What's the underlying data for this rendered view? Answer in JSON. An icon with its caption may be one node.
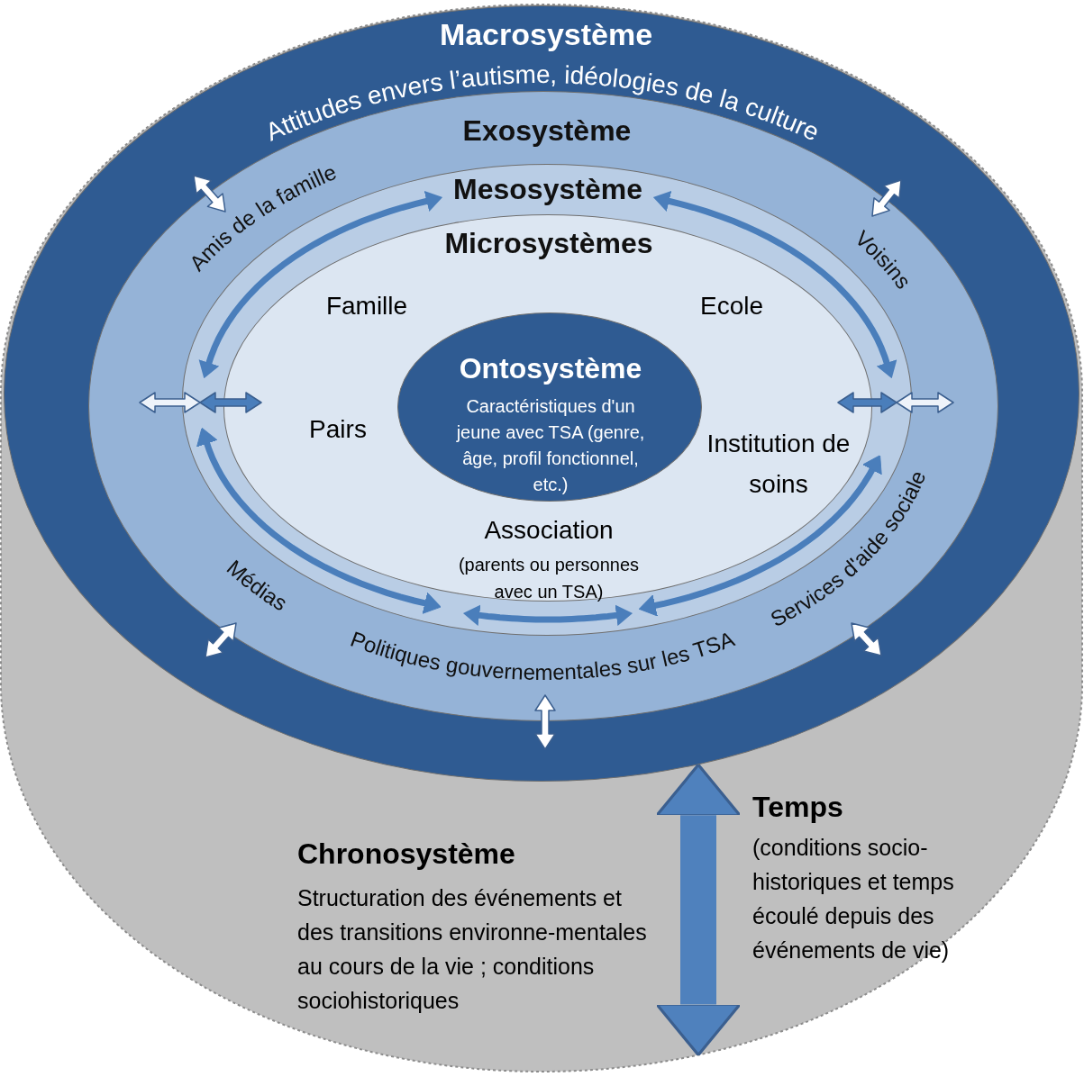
{
  "diagram": {
    "nodes": [
      {
        "text": [
          "Chronosystème",
          "Structuration des événements et des transitions environne-mentales au cours de la vie ; conditions sociohistoriques"
        ]
      },
      {
        "text": [
          "Macrosystème"
        ],
        "in": 0
      },
      {
        "text": [
          "Exosystème"
        ],
        "in": 1
      },
      {
        "text": [
          "Mesosystème"
        ],
        "in": 2
      },
      {
        "text": [
          "Microsystèmes"
        ],
        "in": 3
      },
      {
        "text": [
          "Famille"
        ],
        "in": 4
      },
      {
        "text": [
          "Ecole"
        ],
        "in": 4
      },
      {
        "text": [
          "Pairs"
        ],
        "in": 4
      },
      {
        "text": [
          "Institution de soins"
        ],
        "in": 4
      },
      {
        "text": [
          "Association",
          "(parents ou personnes avec un TSA)"
        ],
        "in": 4
      },
      {
        "text": [
          "Ontosystème",
          "Caractéristiques d'un jeune avec TSA (genre, âge, profil fonctionnel, etc.)"
        ],
        "in": 4
      },
      {
        "text": [
          "Temps",
          "(conditions socio-historiques et temps écoulé depuis des événements de vie)"
        ],
        "in": 0
      }
    ],
    "edges": [
      {
        "from": 7,
        "to": 9,
        "arrow": "both"
      },
      {
        "from": 8,
        "to": 9,
        "arrow": "both"
      },
      {
        "from": 1,
        "to": 0,
        "arrow": "both",
        "style": "thick"
      }
    ],
    "labels": [
      "Attitudes envers l’autisme, idéologies de la culture",
      "Amis de la famille",
      "Voisins",
      "Médias",
      "Services d'aide sociale",
      "Politiques gouvernementales sur les TSA"
    ]
  }
}
